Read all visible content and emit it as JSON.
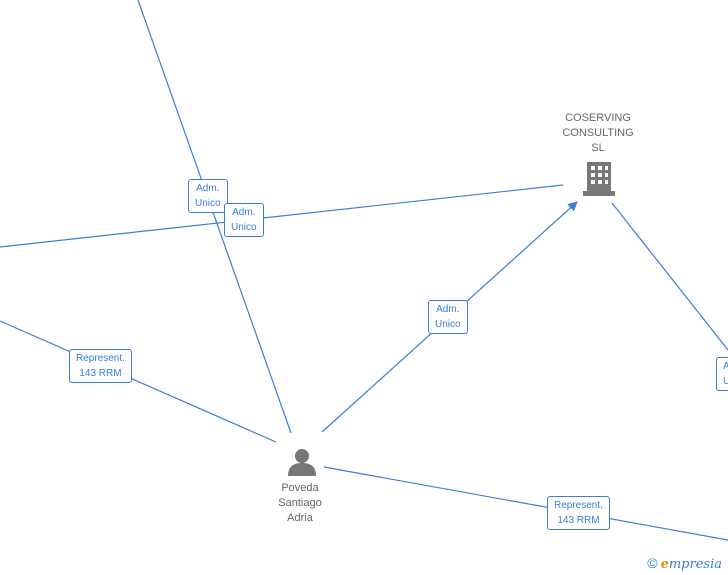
{
  "nodes": {
    "company": {
      "lines": [
        "COSERVING",
        "CONSULTING",
        "SL"
      ],
      "icon": "building-icon"
    },
    "person": {
      "lines": [
        "Poveda",
        "Santiago",
        "Adria"
      ],
      "icon": "person-icon"
    }
  },
  "edge_labels": [
    {
      "lines": [
        "Adm.",
        "Unico"
      ]
    },
    {
      "lines": [
        "Adm.",
        "Unico"
      ]
    },
    {
      "lines": [
        "Adm.",
        "Unico"
      ]
    },
    {
      "lines": [
        "Represent.",
        "143 RRM"
      ]
    },
    {
      "lines": [
        "Represent.",
        "143 RRM"
      ]
    },
    {
      "lines": [
        "A",
        "U"
      ]
    }
  ],
  "brand": {
    "copyright": "©",
    "initial": "e",
    "rest": "mpresia"
  },
  "colors": {
    "edge": "#3b7dd8",
    "node_icon": "#777777",
    "text": "#666666"
  }
}
